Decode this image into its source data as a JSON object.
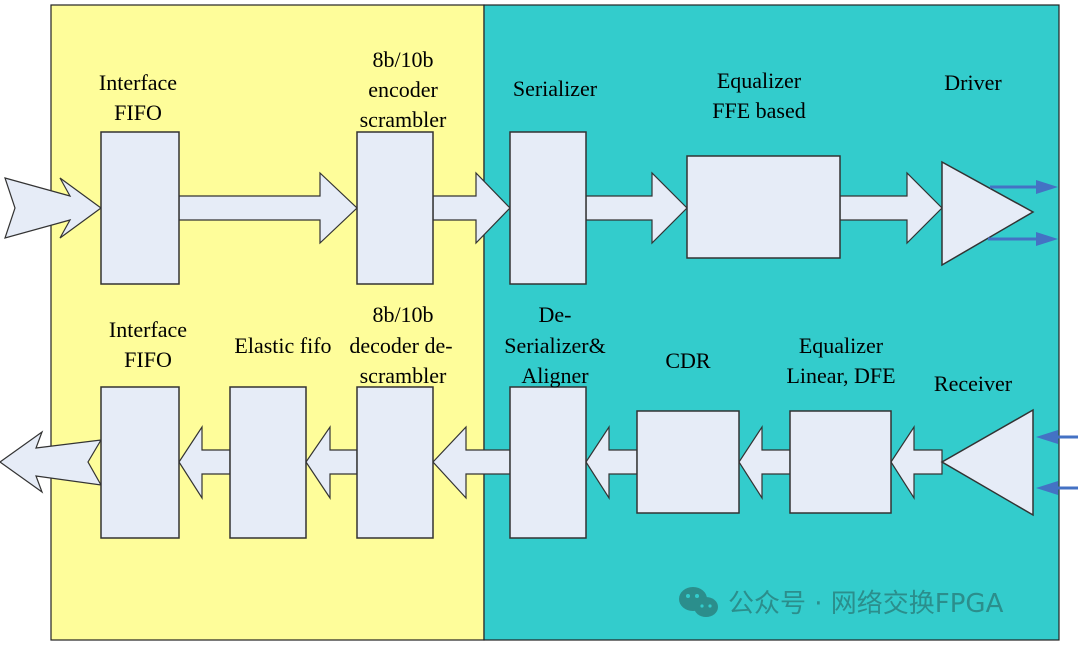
{
  "colors": {
    "digital_region": "#FEFD9A",
    "analog_region": "#33CCCC",
    "block_fill": "#E6ECF7",
    "signal_arrow": "#4472C4"
  },
  "tx": {
    "interface_fifo": [
      "Interface",
      "FIFO"
    ],
    "encoder": [
      "8b/10b",
      "encoder",
      "scrambler"
    ],
    "serializer": "Serializer",
    "equalizer": [
      "Equalizer",
      "FFE based"
    ],
    "driver": "Driver"
  },
  "rx": {
    "interface_fifo": [
      "Interface",
      "FIFO"
    ],
    "elastic_fifo": "Elastic fifo",
    "decoder": [
      "8b/10b",
      "decoder de-",
      "scrambler"
    ],
    "deserializer": [
      "De-",
      "Serializer&",
      "Aligner"
    ],
    "cdr": "CDR",
    "equalizer": [
      "Equalizer",
      "Linear, DFE"
    ],
    "receiver": "Receiver"
  },
  "watermark": {
    "text": "公众号 · 网络交换FPGA",
    "icon": "wechat-icon"
  }
}
